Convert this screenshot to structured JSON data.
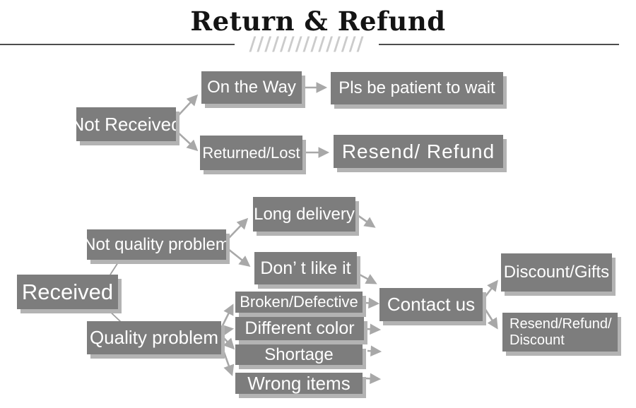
{
  "title": "Return & Refund",
  "divider_slashes": "///////////////",
  "colors": {
    "box_fill": "#7d7d7d",
    "box_text": "#ffffff",
    "arrow": "#a8a8a8",
    "title_text": "#141414",
    "divider_line": "#4d4d4d",
    "slashes": "#cbcbcb",
    "shadow": "#b3b3b3"
  },
  "nodes": {
    "not_received": "Not Received",
    "on_the_way": "On the Way",
    "pls_wait": "Pls be patient to wait",
    "returned_lost": "Returned/Lost",
    "resend_refund": "Resend/ Refund",
    "received": "Received",
    "not_quality_problem": "Not quality problem",
    "long_delivery": "Long delivery",
    "dont_like_it": "Don’ t like it",
    "quality_problem": "Quality problem",
    "broken_defective": "Broken/Defective",
    "different_color": "Different color",
    "shortage": "Shortage",
    "wrong_items": "Wrong items",
    "contact_us": "Contact us",
    "discount_gifts": "Discount/Gifts",
    "resend_refund_discount_line1": "Resend/Refund/",
    "resend_refund_discount_line2": "Discount"
  }
}
